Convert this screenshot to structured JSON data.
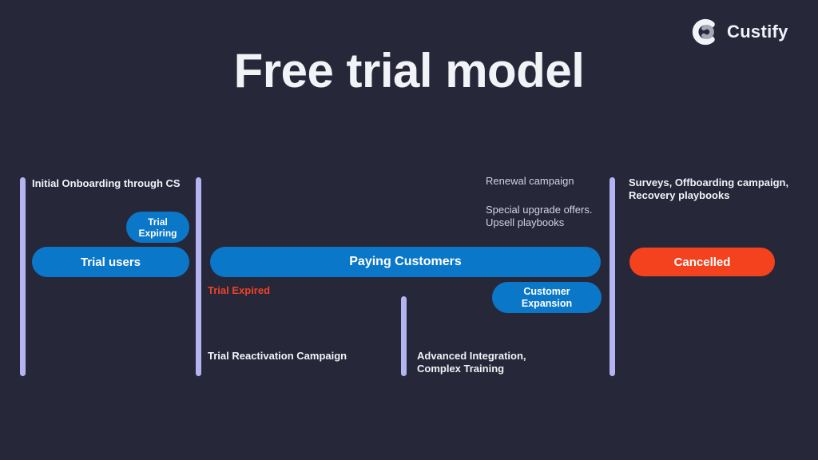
{
  "brand": {
    "name": "Custify"
  },
  "title": "Free trial model",
  "annotations": {
    "initial_onboarding": "Initial Onboarding through CS",
    "renewal_campaign": "Renewal campaign",
    "upgrade_offers": "Special upgrade offers.\nUpsell playbooks",
    "offboarding": "Surveys, Offboarding campaign,\nRecovery playbooks",
    "trial_expired": "Trial Expired",
    "trial_reactivation": "Trial Reactivation Campaign",
    "advanced_integration": "Advanced Integration,\nComplex Training"
  },
  "pills": {
    "trial_expiring": "Trial\nExpiring",
    "trial_users": "Trial users",
    "paying_customers": "Paying Customers",
    "customer_expansion": "Customer\nExpansion",
    "cancelled": "Cancelled"
  },
  "colors": {
    "background": "#27273a",
    "pill_blue": "#0b77c8",
    "pill_orange": "#f4421e",
    "expired_red": "#ef4226",
    "divider": "#b4b4f0",
    "text_primary": "#f2f3f7",
    "text_secondary": "#d2d3e0",
    "logo_gray": "#a6a6b4"
  }
}
